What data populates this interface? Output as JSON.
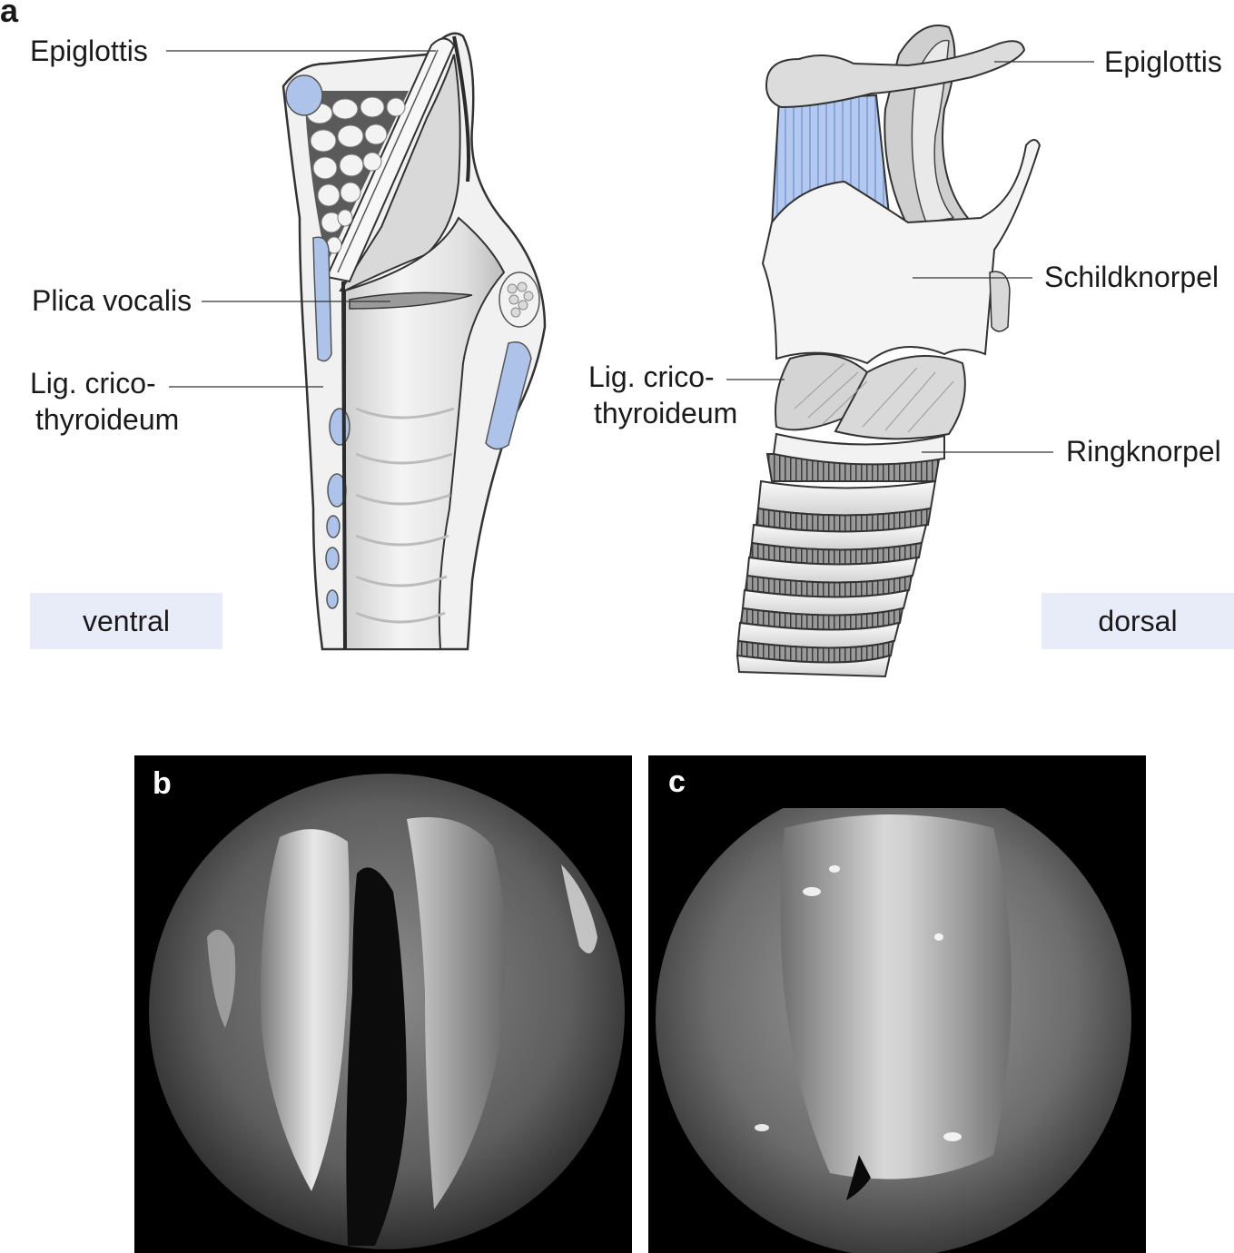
{
  "figure": {
    "panel_a": {
      "letter": "a",
      "left_view": {
        "labels": {
          "epiglottis": "Epiglottis",
          "plica_vocalis": "Plica vocalis",
          "lig_line1": "Lig. crico-",
          "lig_line2": "thyroideum"
        },
        "view_label": "ventral"
      },
      "right_view": {
        "labels": {
          "epiglottis": "Epiglottis",
          "schildknorpel": "Schildknorpel",
          "lig_line1": "Lig. crico-",
          "lig_line2": "thyroideum",
          "ringknorpel": "Ringknorpel"
        },
        "view_label": "dorsal"
      }
    },
    "panel_b": {
      "letter": "b"
    },
    "panel_c": {
      "letter": "c"
    },
    "colors": {
      "cartilage_blue": "#aec3ea",
      "tissue_gray": "#e6e6e6",
      "outline": "#333333",
      "label_box": "#e8ebf8"
    }
  }
}
